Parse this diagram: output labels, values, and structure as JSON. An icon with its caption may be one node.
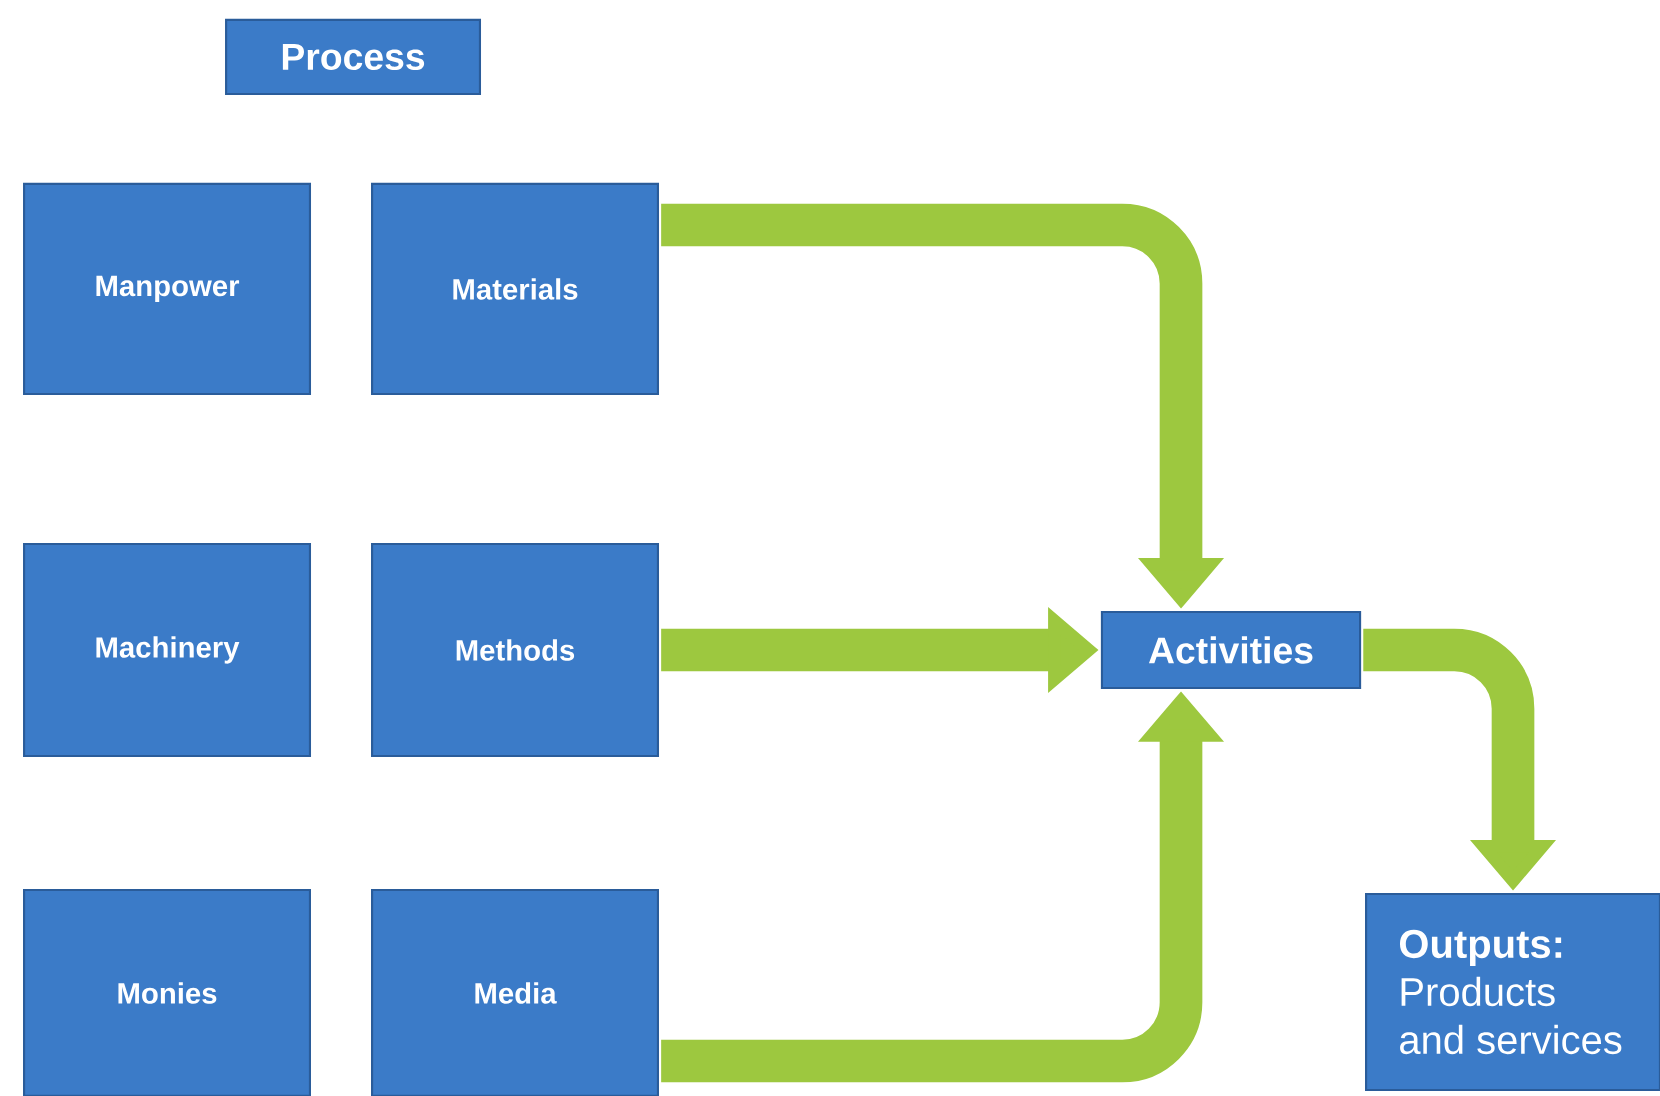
{
  "diagram": {
    "nodes": [
      {
        "text": [
          "Process"
        ]
      },
      {
        "text": [
          "Manpower"
        ]
      },
      {
        "text": [
          "Materials"
        ]
      },
      {
        "text": [
          "Machinery"
        ]
      },
      {
        "text": [
          "Methods"
        ]
      },
      {
        "text": [
          "Activities"
        ]
      },
      {
        "text": [
          "Monies"
        ]
      },
      {
        "text": [
          "Media"
        ]
      },
      {
        "text": [
          "Outputs:",
          "Products and services"
        ]
      }
    ],
    "edges": [
      {
        "from": 2,
        "to": 5,
        "arrow": "to"
      },
      {
        "from": 4,
        "to": 5,
        "arrow": "to"
      },
      {
        "from": 7,
        "to": 5,
        "arrow": "to"
      },
      {
        "from": 5,
        "to": 8,
        "arrow": "to"
      }
    ]
  }
}
